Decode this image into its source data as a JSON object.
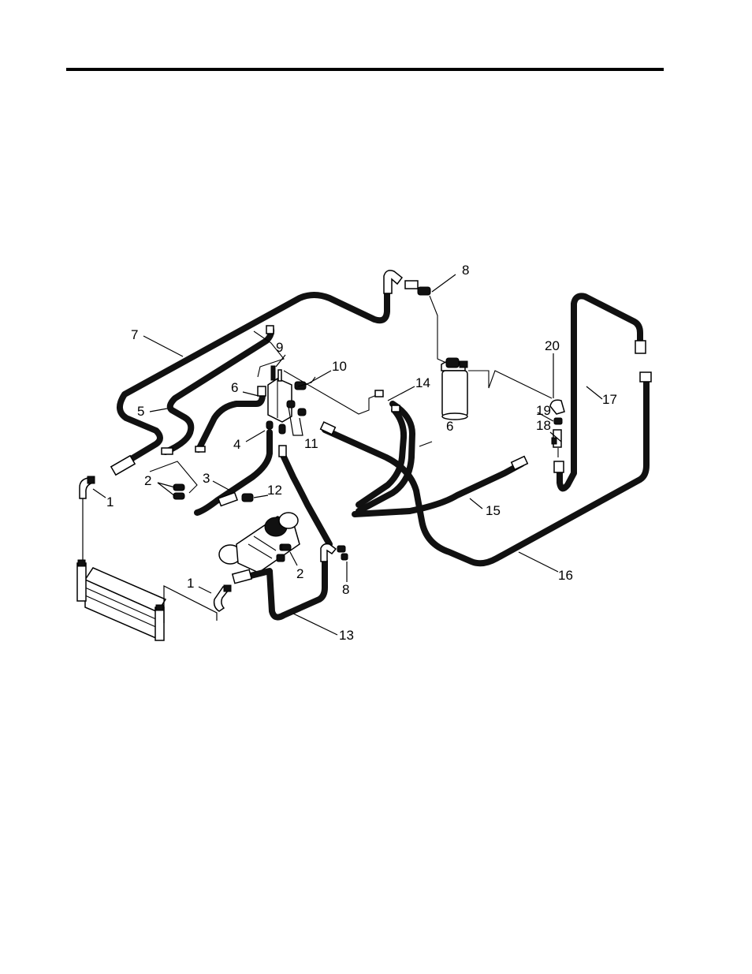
{
  "diagram": {
    "callouts": [
      {
        "id": "c1a",
        "text": "1"
      },
      {
        "id": "c1b",
        "text": "1"
      },
      {
        "id": "c2a",
        "text": "2"
      },
      {
        "id": "c2b",
        "text": "2"
      },
      {
        "id": "c3",
        "text": "3"
      },
      {
        "id": "c4",
        "text": "4"
      },
      {
        "id": "c5",
        "text": "5"
      },
      {
        "id": "c6a",
        "text": "6"
      },
      {
        "id": "c6b",
        "text": "6"
      },
      {
        "id": "c7",
        "text": "7"
      },
      {
        "id": "c8a",
        "text": "8"
      },
      {
        "id": "c8b",
        "text": "8"
      },
      {
        "id": "c9",
        "text": "9"
      },
      {
        "id": "c10",
        "text": "10"
      },
      {
        "id": "c11",
        "text": "11"
      },
      {
        "id": "c12",
        "text": "12"
      },
      {
        "id": "c13",
        "text": "13"
      },
      {
        "id": "c14",
        "text": "14"
      },
      {
        "id": "c15",
        "text": "15"
      },
      {
        "id": "c16",
        "text": "16"
      },
      {
        "id": "c17",
        "text": "17"
      },
      {
        "id": "c18",
        "text": "18"
      },
      {
        "id": "c19",
        "text": "19"
      },
      {
        "id": "c20",
        "text": "20"
      }
    ]
  }
}
